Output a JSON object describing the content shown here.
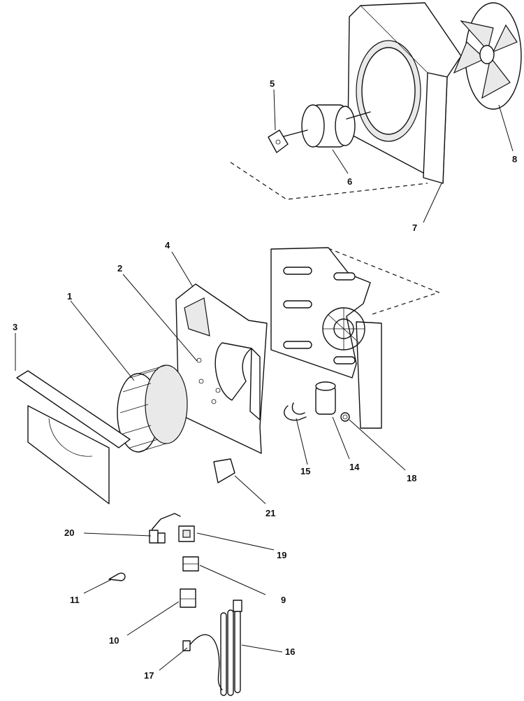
{
  "callouts": [
    "1",
    "2",
    "3",
    "4",
    "5",
    "6",
    "7",
    "8",
    "9",
    "10",
    "11",
    "14",
    "15",
    "16",
    "17",
    "18",
    "19",
    "20",
    "21"
  ]
}
